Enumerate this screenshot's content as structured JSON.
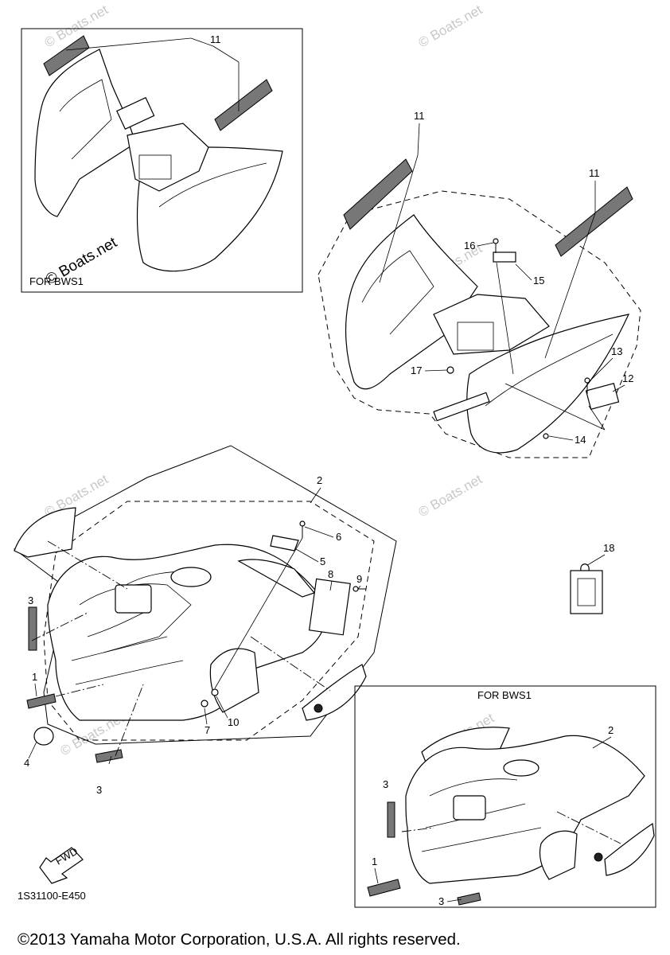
{
  "diagram": {
    "watermark": "© Boats.net",
    "inset_labels": {
      "top_left": "FOR BWS1",
      "bottom_right": "FOR BWS1"
    },
    "fwd_label": "FWD",
    "diagram_code": "1S31100-E450",
    "copyright": "©2013 Yamaha Motor Corporation, U.S.A. All rights reserved.",
    "callouts": [
      "1",
      "2",
      "3",
      "4",
      "5",
      "6",
      "7",
      "8",
      "9",
      "10",
      "11",
      "12",
      "13",
      "14",
      "15",
      "16",
      "17",
      "18"
    ]
  }
}
